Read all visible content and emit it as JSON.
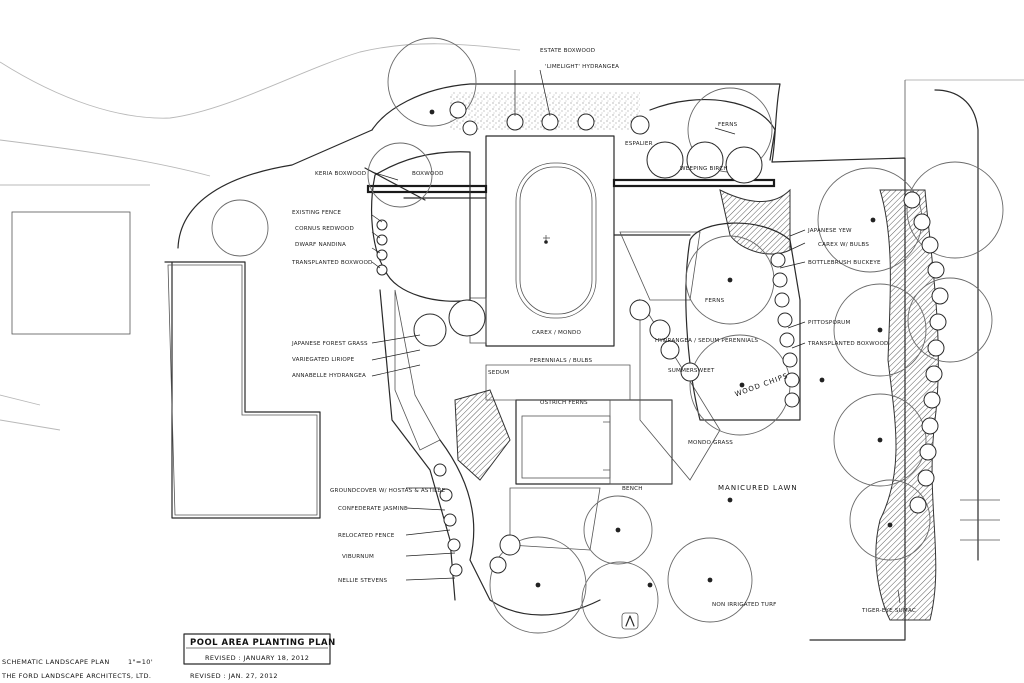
{
  "labels": {
    "estate_boxwood": "ESTATE BOXWOOD",
    "limelight_hydrangea": "'LIMELIGHT' HYDRANGEA",
    "ferns_top": "FERNS",
    "espalier": "ESPALIER",
    "weeping_birch": "WEEPING BIRCH",
    "keria_boxwood": "KERIA BOXWOOD",
    "boxwood_1": "BOXWOOD",
    "existing_fence": "EXISTING FENCE",
    "cornus_redwood": "CORNUS REDWOOD",
    "dwarf_nandina": "DWARF NANDINA",
    "transplanted_boxwood_left": "TRANSPLANTED BOXWOOD",
    "japanese_yew": "JAPANESE YEW",
    "carex_bulbs": "CAREX W/ BULBS",
    "bottlebrush_buckeye": "BOTTLEBRUSH BUCKEYE",
    "ferns_mid": "FERNS",
    "pittosporum": "PITTOSPORUM",
    "transplanted_boxwood_right": "TRANSPLANTED BOXWOOD",
    "carex_mondo": "CAREX / MONDO",
    "hydrangea_mix": "HYDRANGEA / SEDUM PERENNIALS",
    "summersweet": "SUMMERSWEET",
    "mondo_grass": "MONDO GRASS",
    "wood_chips": "WOOD CHIPS",
    "japanese_forest_grass": "JAPANESE FOREST GRASS",
    "variegated_liriope": "VARIEGATED LIRIOPE",
    "annabelle_hydrangea": "ANNABELLE HYDRANGEA",
    "perennials_bulbs": "PERENNIALS / BULBS",
    "sedum": "SEDUM",
    "ostrich_ferns": "OSTRICH FERNS",
    "bench": "BENCH",
    "manicured_lawn": "MANICURED LAWN",
    "groundcover_mix": "GROUNDCOVER W/ HOSTAS & ASTILBE",
    "confederate_jasmine": "CONFEDERATE JASMINE",
    "relocated_fence": "RELOCATED FENCE",
    "viburnum": "VIBURNUM",
    "nellie_stevens": "NELLIE STEVENS",
    "non_irrigated_turf": "NON IRRIGATED TURF",
    "tiger_eye_sumac": "TIGER-EYE SUMAC"
  },
  "title_block": {
    "title": "POOL AREA PLANTING PLAN",
    "revised_1": "REVISED : JANUARY 18, 2012",
    "revised_2": "REVISED : JAN. 27, 2012",
    "sheet_name": "SCHEMATIC LANDSCAPE PLAN",
    "scale": "1\"=10'",
    "firm": "THE FORD LANDSCAPE ARCHITECTS, LTD."
  },
  "colors": {
    "ink": "#2a2a2a",
    "paper": "#ffffff",
    "faint": "#b8b8b8"
  }
}
